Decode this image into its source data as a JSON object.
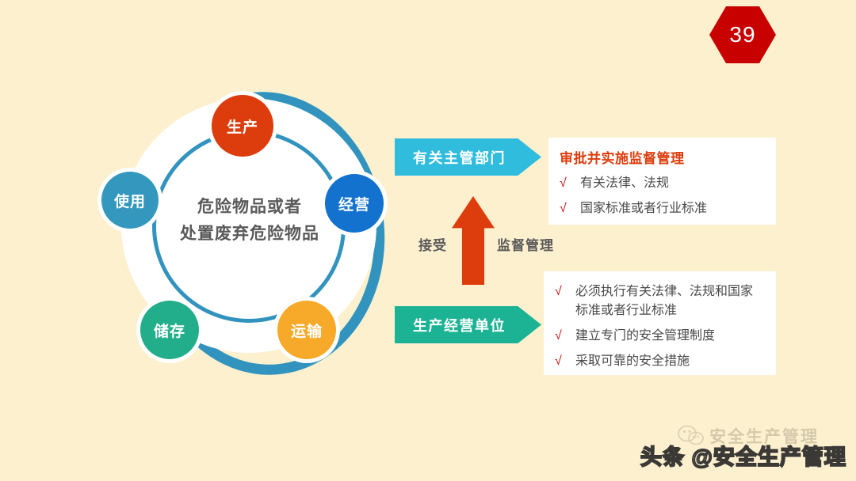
{
  "slide": {
    "background_color": "#fdf0ce",
    "page_number": "39",
    "page_badge_color": "#c80000"
  },
  "diagram": {
    "center_lines": [
      "危险物品或者",
      "处置废弃危险物品"
    ],
    "arc_color": "#3294be",
    "nodes": [
      {
        "label": "生产",
        "color": "#dd3c0c",
        "name": "node-production"
      },
      {
        "label": "使用",
        "color": "#3498be",
        "name": "node-use"
      },
      {
        "label": "经营",
        "color": "#1272ce",
        "name": "node-operation"
      },
      {
        "label": "储存",
        "color": "#22ae8a",
        "name": "node-storage"
      },
      {
        "label": "运输",
        "color": "#f7a929",
        "name": "node-transport"
      }
    ]
  },
  "flow": {
    "arrow_color": "#dd3c0c",
    "label_left": "接受",
    "label_right": "监督管理"
  },
  "departments": {
    "banner_label": "有关主管部门",
    "banner_color": "#2fbcdd",
    "card_title": "审批并实施监督管理",
    "card_title_color": "#dd3c0c",
    "items": [
      {
        "check": "√",
        "text": "有关法律、法规"
      },
      {
        "check": "√",
        "text": "国家标准或者行业标准"
      }
    ]
  },
  "business_unit": {
    "banner_label": "生产经营单位",
    "banner_color": "#1bb394",
    "items": [
      {
        "check": "√",
        "text": "必须执行有关法律、法规和国家标准或者行业标准"
      },
      {
        "check": "√",
        "text": "建立专门的安全管理制度"
      },
      {
        "check": "√",
        "text": "采取可靠的安全措施"
      }
    ]
  },
  "watermarks": {
    "wechat_text": "安全生产管理",
    "toutiao_text": "头条 @安全生产管理"
  }
}
